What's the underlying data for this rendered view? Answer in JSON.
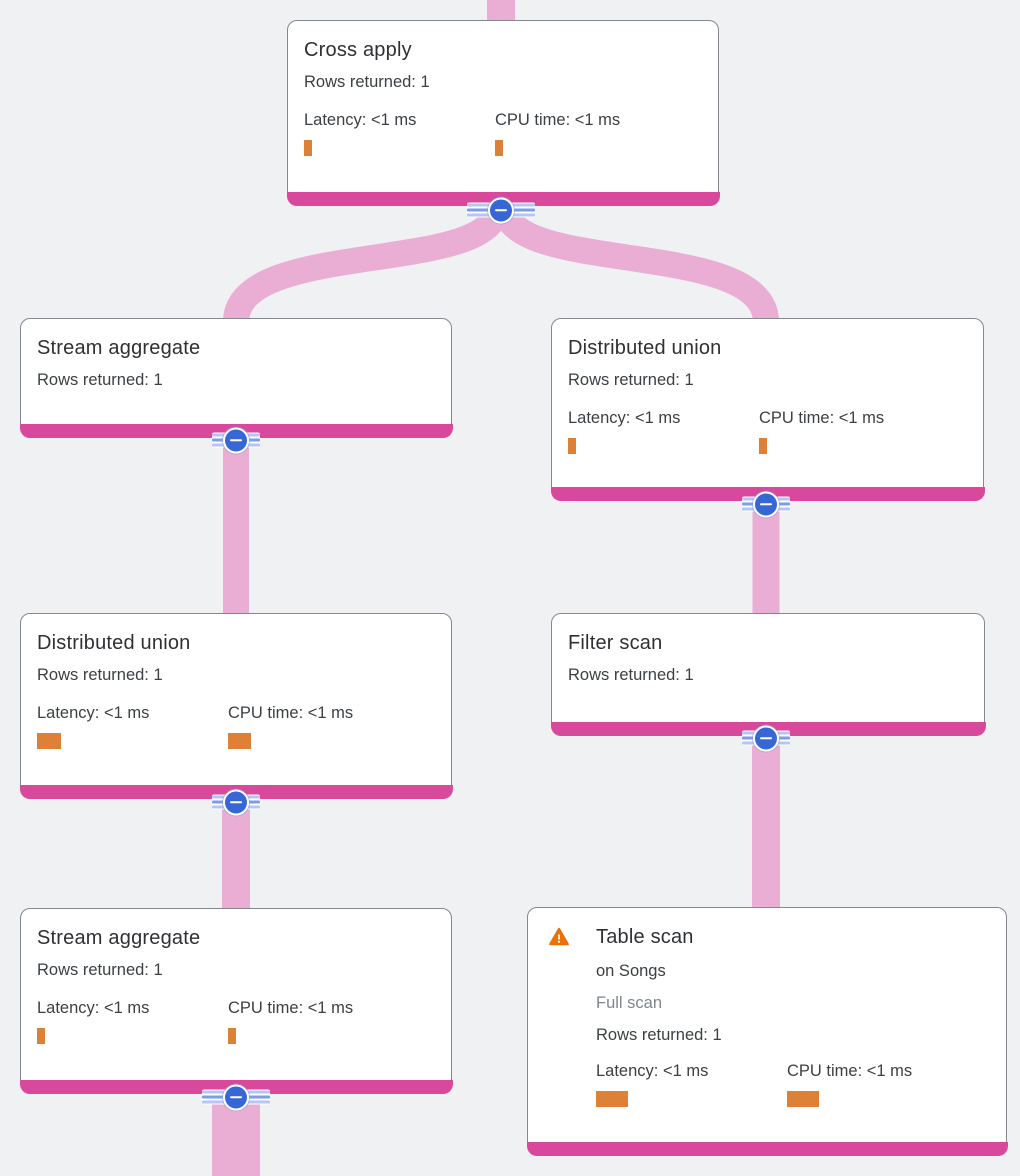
{
  "nodes": {
    "cross_apply": {
      "title": "Cross apply",
      "rows": "Rows returned: 1",
      "latency_label": "Latency: <1 ms",
      "cpu_label": "CPU time: <1 ms",
      "latency_bar_w": 8,
      "cpu_bar_w": 8
    },
    "stream_aggregate_top": {
      "title": "Stream aggregate",
      "rows": "Rows returned: 1"
    },
    "distributed_union_right": {
      "title": "Distributed union",
      "rows": "Rows returned: 1",
      "latency_label": "Latency: <1 ms",
      "cpu_label": "CPU time: <1 ms",
      "latency_bar_w": 8,
      "cpu_bar_w": 8
    },
    "distributed_union_left": {
      "title": "Distributed union",
      "rows": "Rows returned: 1",
      "latency_label": "Latency: <1 ms",
      "cpu_label": "CPU time: <1 ms",
      "latency_bar_w": 24,
      "cpu_bar_w": 23
    },
    "filter_scan": {
      "title": "Filter scan",
      "rows": "Rows returned: 1"
    },
    "stream_aggregate_bottom": {
      "title": "Stream aggregate",
      "rows": "Rows returned: 1",
      "latency_label": "Latency: <1 ms",
      "cpu_label": "CPU time: <1 ms",
      "latency_bar_w": 8,
      "cpu_bar_w": 8
    },
    "table_scan": {
      "title": "Table scan",
      "on_table": "on Songs",
      "scan_type": "Full scan",
      "rows": "Rows returned: 1",
      "latency_label": "Latency: <1 ms",
      "cpu_label": "CPU time: <1 ms",
      "latency_bar_w": 32,
      "cpu_bar_w": 32,
      "warning_icon": "warning-triangle-icon"
    }
  },
  "icons": {
    "collapse": "minus-circle-icon",
    "warning": "warning-triangle-icon"
  },
  "colors": {
    "accent_pink": "#d9499b",
    "edge_pink": "#eaaed4",
    "collapse_blue": "#3767d6",
    "bar_orange": "#dc8136",
    "warning_orange": "#e8710a",
    "canvas_bg": "#f0f1f3",
    "card_border": "#85898f",
    "title_text": "#2e3033",
    "body_text": "#3c4043",
    "muted_text": "#80868b"
  }
}
